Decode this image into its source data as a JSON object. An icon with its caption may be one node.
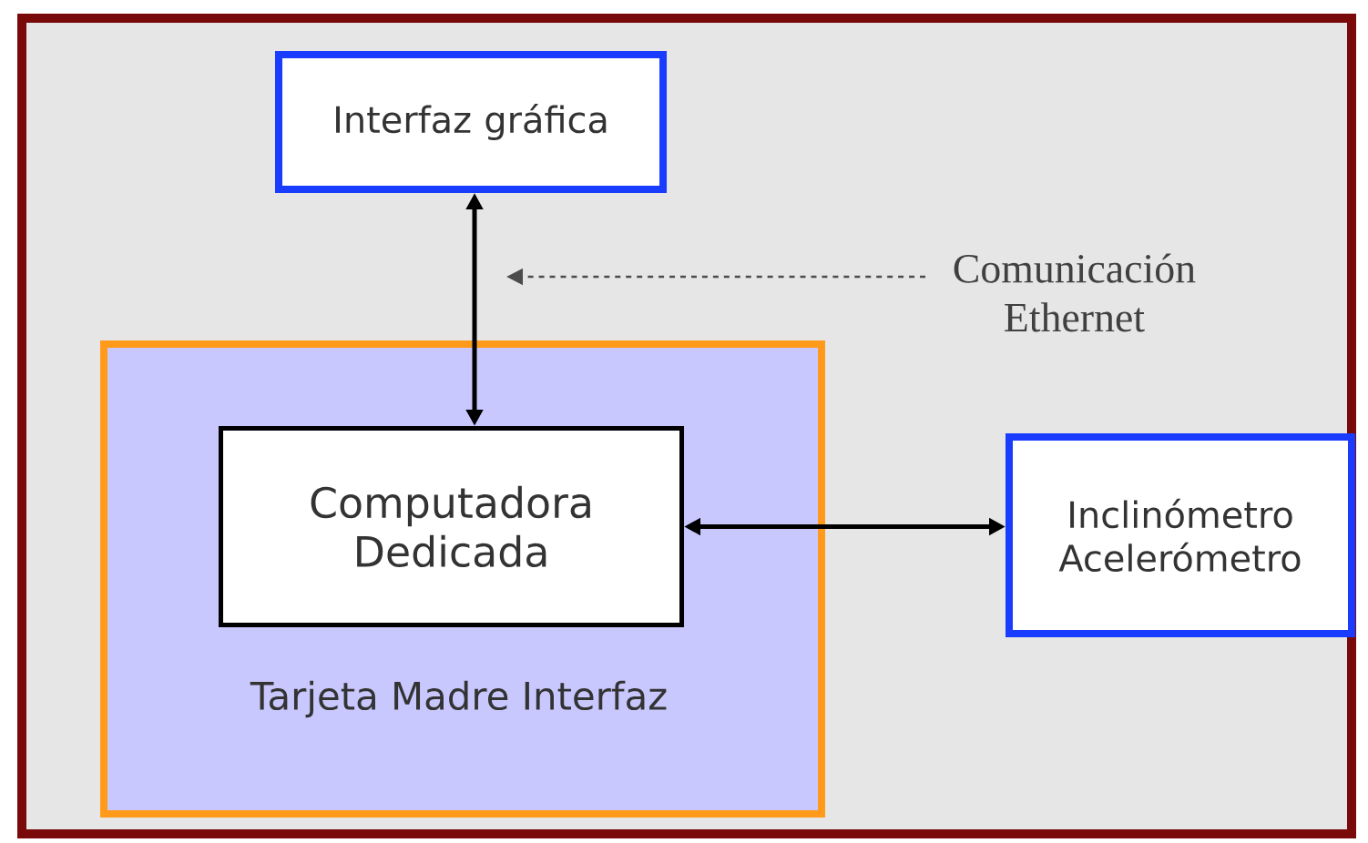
{
  "diagram": {
    "nodes": [
      {
        "text": [
          "Interfaz gráfica"
        ]
      },
      {
        "text": [
          "Tarjeta Madre Interfaz"
        ]
      },
      {
        "text": [
          "Computadora Dedicada"
        ],
        "in": 1
      },
      {
        "text": [
          "Inclinómetro Acelerómetro"
        ]
      },
      {
        "text": [
          "Comunicación Ethernet"
        ]
      }
    ],
    "edges": [
      {
        "from": 0,
        "to": 2,
        "arrow": "both"
      },
      {
        "from": 2,
        "to": 3,
        "arrow": "both"
      },
      {
        "from": 4,
        "to": null,
        "arrow": "to",
        "style": "dashed"
      }
    ]
  }
}
